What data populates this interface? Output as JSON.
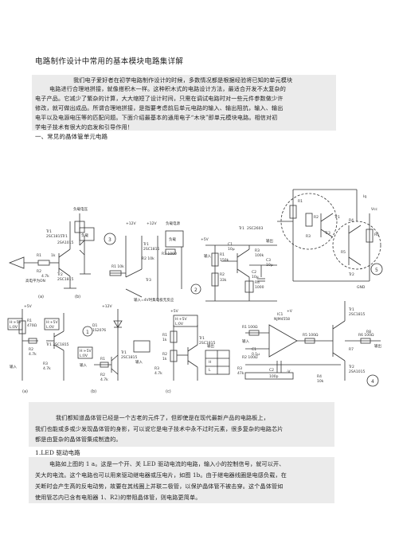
{
  "document": {
    "title": "电路制作设计中常用的基本模块电路集详解",
    "intro_lines": [
      "我们电子爱好者在初学电路制作设计的时候，多数情况都是根据经验将已知的单元模块",
      "电路进行合理地拼接，就像搭积木一样。这种积木式的电路设计方法，最适合开发不太复杂的",
      "电子产品。它减少了繁杂的计算，大大缩短了设计时间，只需在调试电路时对一些元件参数做少许",
      "修改，就可做出成品。所谓合理地拼接，是指要考虑前后单元电路的输入、输出阻抗，输入、输出",
      "电平以及电源电压等的匹配问题。下面介绍最基本的通用电子“木块”即单元模块电路。相信对初",
      "学电子技术有很大的启发和引导作用！"
    ],
    "section_heading": "一、常见的晶体管单元电路",
    "after_lines": [
      "我们都知道晶体管已经是一个古老的元件了，但即使是在现代最新产品的电路板上，",
      "我们也能或多或少发现晶体管的身影，可以说它是电子技术中永不过时元素，很多复杂的电路芯片",
      "都是由复杂的晶体管集成制造的。"
    ],
    "sub_heading": "1.LED 驱动电路",
    "led_lines": [
      "电路如上图的 1 a。这是一个开、关 LED 驱动电流的电路，输入小的控制信号，就可以开、",
      "关大的电流。这个电路也可以用来驱动继电器或压电片，如图 1b。由于继电器线圈是电感负载，在",
      "关断时会产生高的反电动势，故要在其线圈上并联二极管，以保护晶体管不被击穿。这个晶体管如",
      "使用管芯内已含有电阻器 1、R2)的带阻晶体管，则电路更简单。"
    ]
  },
  "figure": {
    "c1_labels": [
      "高电平为ON",
      "2SC1815",
      "Tr1",
      "R1",
      "R2",
      "4.7k",
      "1k"
    ],
    "c2_labels": [
      "负载电压",
      "负载",
      "Tr1",
      "2SA1015",
      "Tr2",
      "2SC1815"
    ],
    "c3_labels": [
      "+12V",
      "+12V",
      "负载电源",
      "负载",
      "Tr1",
      "2SC1815",
      "R1 10k",
      "R2 10k",
      "R3 1000",
      "Tr3",
      "输入=4V时集电极无反应"
    ],
    "c4_labels": [
      "Tr1",
      "2SC2603",
      "+5V",
      "R1",
      "150k",
      "R2",
      "33k",
      "R3",
      "100k",
      "R4",
      "1000",
      "C1",
      "10μ",
      "C2",
      "10μ",
      "C3",
      "10μ",
      "输入",
      "输出"
    ],
    "c5_labels": [
      "Tr1",
      "Tr2",
      "Tr3",
      "R1",
      "R2",
      "R3",
      "R4",
      "R5",
      "R6",
      "Vcc",
      "GND",
      "Iq"
    ],
    "c6_labels": [
      "+5V",
      "R1",
      "470Ω",
      "R2",
      "4.7k",
      "R3",
      "4.7k",
      "输入",
      "Tr1 2SC1815",
      "H:+5V",
      "L:0V",
      "H:+5V",
      "L:0V"
    ],
    "c7_labels": [
      "+12V",
      "D1",
      "1S2076",
      "R1",
      "R2",
      "4.7k",
      "Tr1",
      "2SC1815",
      "输入",
      "H:+5V",
      "L:0V"
    ],
    "c8_labels": [
      "+5V",
      "R1",
      "1k",
      "R2",
      "1k",
      "R3",
      "4.7k",
      "Tr1",
      "2SC1815",
      "输入",
      "输出",
      "H:+5V",
      "L:0V",
      "H",
      "L"
    ],
    "c9_labels": [
      "R1 100Ω",
      "R2 100Ω",
      "R5 100Ω",
      "R6 100Ω",
      "IC1",
      "NJM4558",
      "+V",
      "-V",
      "C1",
      "0.1μ",
      "C2",
      "100p",
      "R3",
      "47k",
      "R4",
      "10k",
      "Tr1",
      "2SC1815",
      "Tr2",
      "2SA1015",
      "R7",
      "R8",
      "输入",
      "输出"
    ],
    "circle_numbers": [
      "3",
      "2",
      "5",
      "1",
      "4"
    ],
    "sub_labels": [
      "(a)",
      "(b)",
      "(a)",
      "(b)",
      "(c)"
    ]
  }
}
